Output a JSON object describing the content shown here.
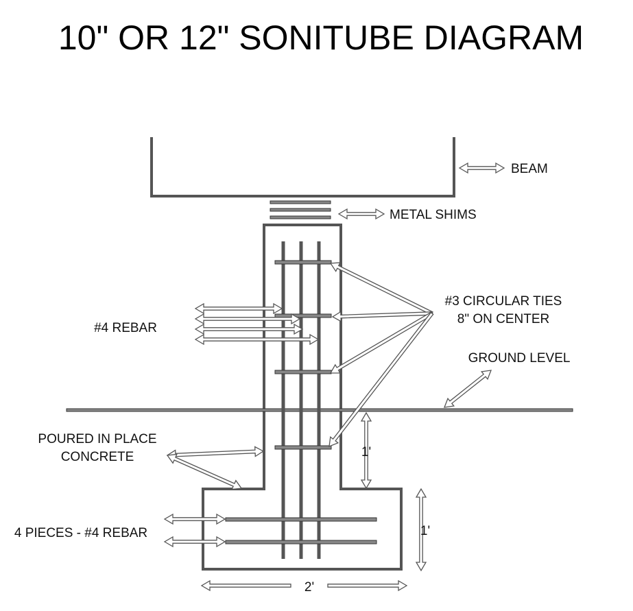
{
  "title": "10\" OR 12\" SONITUBE DIAGRAM",
  "labels": {
    "beam": "BEAM",
    "metal_shims": "METAL SHIMS",
    "circular_ties_line1": "#3 CIRCULAR TIES",
    "circular_ties_line2": "8\" ON CENTER",
    "rebar4": "#4 REBAR",
    "ground_level": "GROUND LEVEL",
    "poured_line1": "POURED IN PLACE",
    "poured_line2": "CONCRETE",
    "four_pieces": "4 PIECES - #4 REBAR",
    "dim_depth": "1'",
    "dim_footing_height": "1'",
    "dim_footing_width": "2'"
  }
}
